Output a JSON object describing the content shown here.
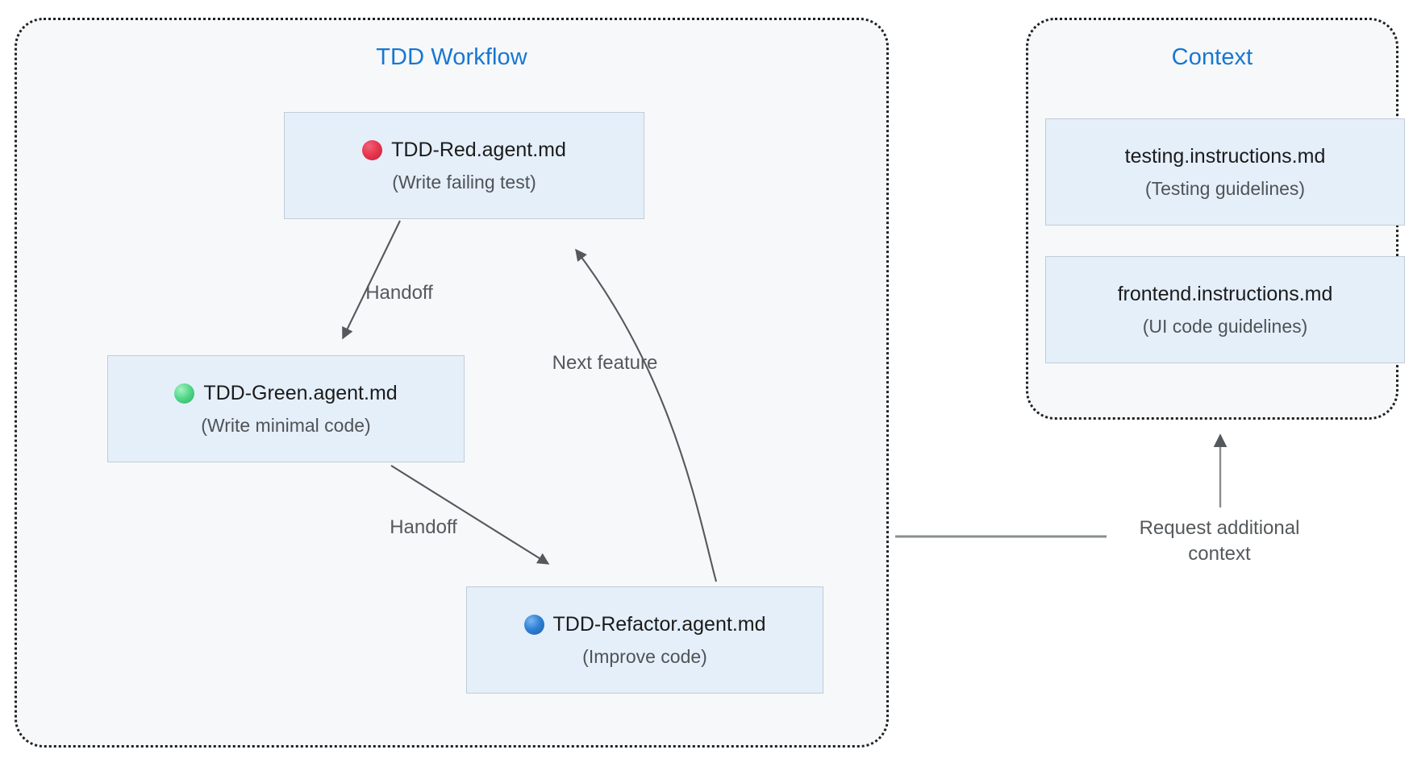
{
  "diagram": {
    "type": "flowchart",
    "background": "#ffffff",
    "accent_color": "#1777d3",
    "node_fill": "#e5effa",
    "node_border": "#c0ccd8",
    "edge_color": "#55595c",
    "subgraph_fill": "#f7f8f9",
    "subgraph_border": "#1f2020"
  },
  "subgraphs": [
    {
      "id": "tdd-workflow",
      "title": "TDD Workflow"
    },
    {
      "id": "context",
      "title": "Context"
    }
  ],
  "nodes": [
    {
      "id": "tdd-red",
      "icon": "red-circle-icon",
      "icon_color": "#e8384f",
      "title": "TDD-Red.agent.md",
      "subtitle": "(Write failing test)"
    },
    {
      "id": "tdd-green",
      "icon": "green-circle-icon",
      "icon_color": "#2bae63",
      "title": "TDD-Green.agent.md",
      "subtitle": "(Write minimal code)"
    },
    {
      "id": "tdd-refactor",
      "icon": "blue-circle-icon",
      "icon_color": "#2e7fd4",
      "title": "TDD-Refactor.agent.md",
      "subtitle": "(Improve code)"
    },
    {
      "id": "testing-instructions",
      "icon": null,
      "title": "testing.instructions.md",
      "subtitle": "(Testing guidelines)"
    },
    {
      "id": "frontend-instructions",
      "icon": null,
      "title": "frontend.instructions.md",
      "subtitle": "(UI code guidelines)"
    }
  ],
  "edges": [
    {
      "id": "red-to-green",
      "from": "tdd-red",
      "to": "tdd-green",
      "label": "Handoff"
    },
    {
      "id": "green-to-refactor",
      "from": "tdd-green",
      "to": "tdd-refactor",
      "label": "Handoff"
    },
    {
      "id": "refactor-to-red",
      "from": "tdd-refactor",
      "to": "tdd-red",
      "label": "Next feature"
    },
    {
      "id": "workflow-to-context",
      "from": "tdd-workflow",
      "to": "context",
      "label_line1": "Request additional",
      "label_line2": "context"
    }
  ]
}
